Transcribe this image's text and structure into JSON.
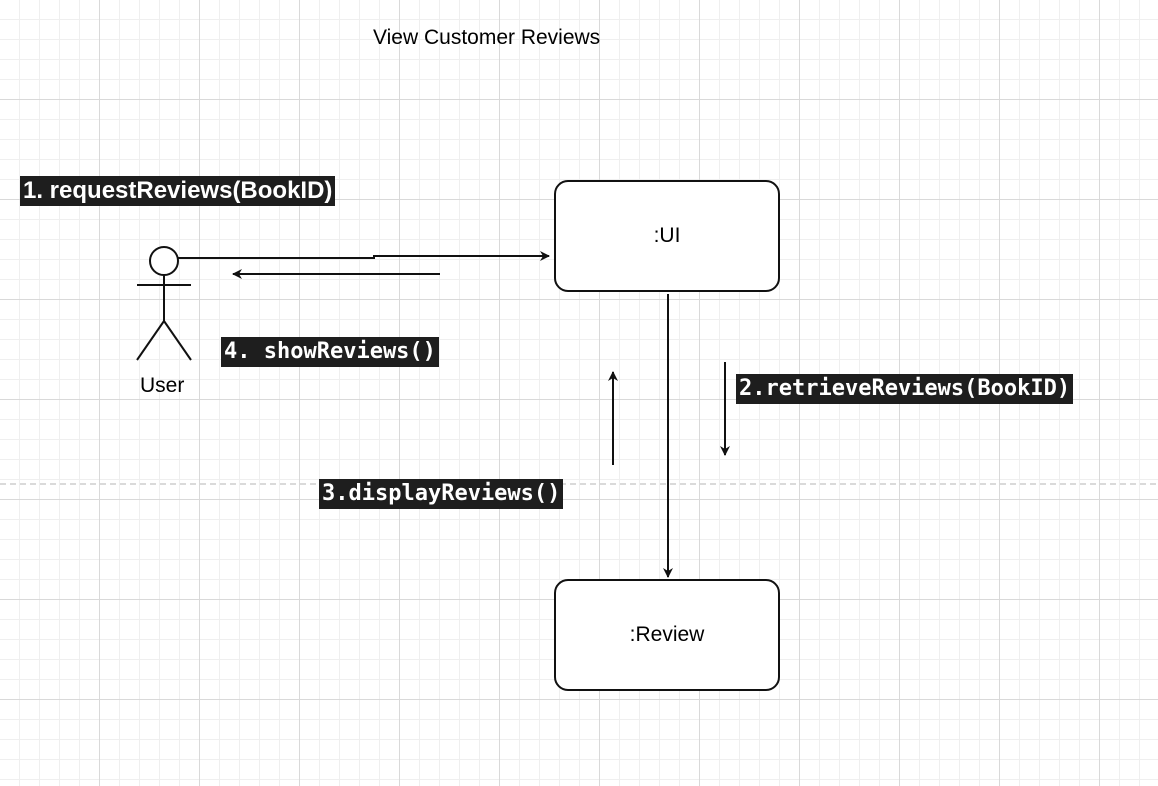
{
  "diagram": {
    "title": "View Customer Reviews",
    "actor": {
      "label": "User"
    },
    "objects": [
      {
        "label": ":UI"
      },
      {
        "label": ":Review"
      }
    ],
    "messages": [
      {
        "label": "1. requestReviews(BookID)"
      },
      {
        "label": "2.retrieveReviews(BookID)"
      },
      {
        "label": "3.displayReviews()"
      },
      {
        "label": "4. showReviews()"
      }
    ]
  }
}
